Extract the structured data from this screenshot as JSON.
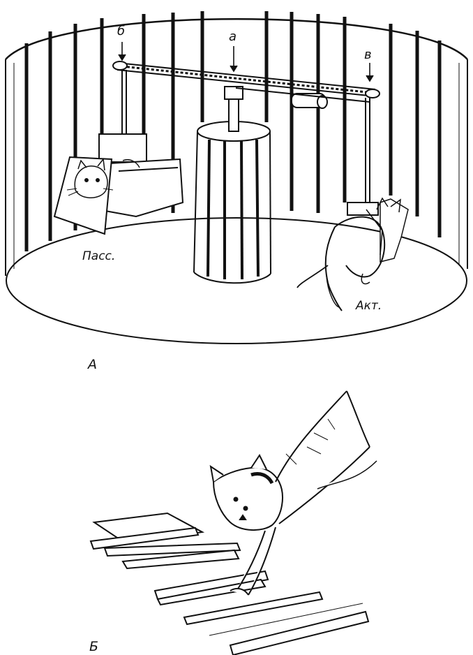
{
  "panel_a": {
    "caption": "А",
    "markers": {
      "a": "а",
      "b": "б",
      "v": "в"
    },
    "label_passive": "Пасс.",
    "label_active": "Акт."
  },
  "panel_b": {
    "caption": "Б"
  },
  "colors": {
    "ink": "#111111",
    "paper": "#ffffff"
  }
}
